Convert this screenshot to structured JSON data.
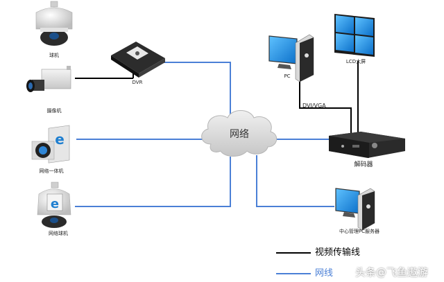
{
  "labels": {
    "dome_camera": "球机",
    "box_camera": "摄像机",
    "dvr": "DVR",
    "integrated_camera": "网络一体机",
    "network_dome": "网络球机",
    "network_cloud": "网络",
    "pc": "PC",
    "lcd": "LCD大屏",
    "dvi_vga": "DVI/VGA",
    "decoder": "解码器",
    "server": "中心管理PC服务器"
  },
  "legend": [
    {
      "text": "视频传输线",
      "color": "#000000"
    },
    {
      "text": "网线",
      "color": "#4a7fd6"
    }
  ],
  "watermark": {
    "prefix": "头条",
    "text": "@飞鱼遨游"
  },
  "colors": {
    "network_line": "#4a7fd6",
    "video_line": "#000000",
    "screen_blue": "#1f8fe0",
    "cloud_gray": "#dcdcdc"
  }
}
